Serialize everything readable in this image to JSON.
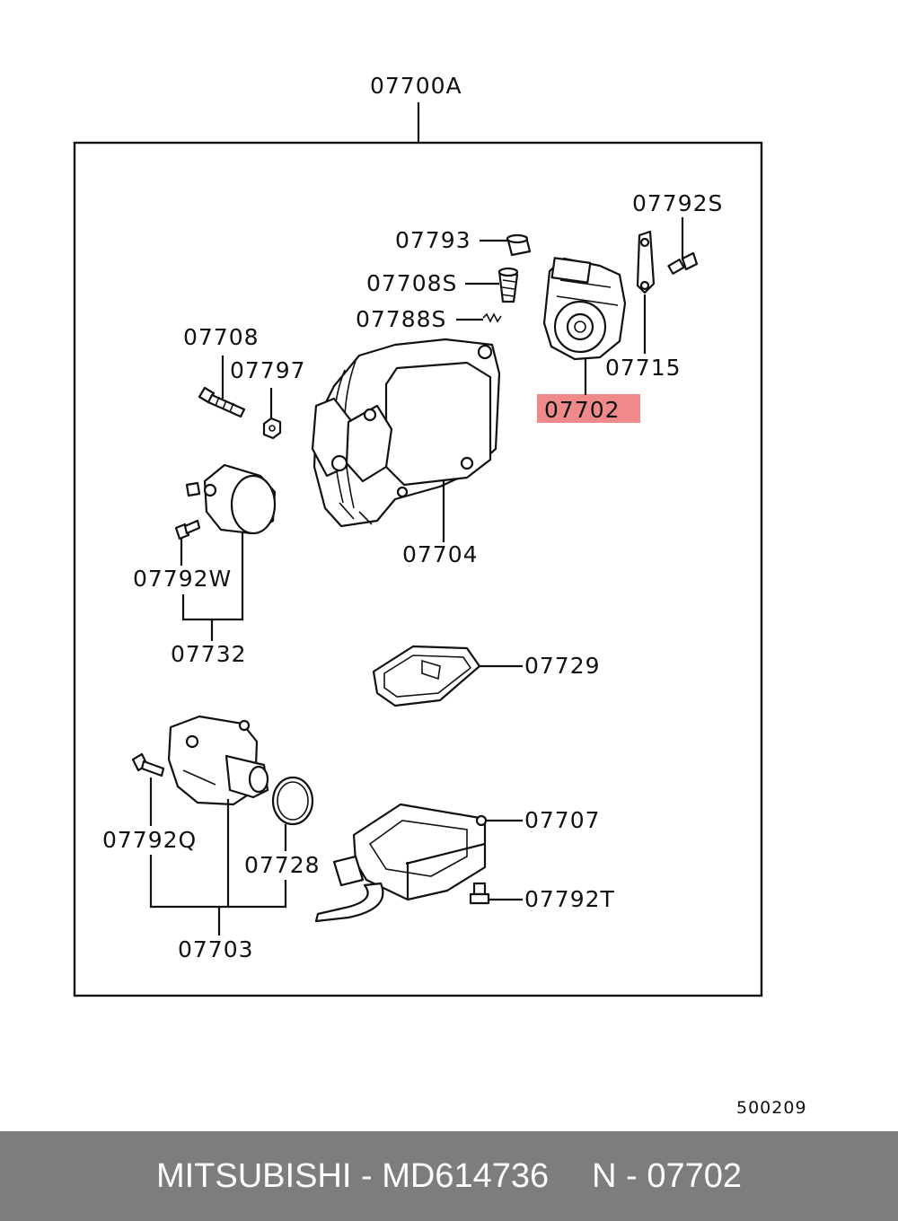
{
  "diagram": {
    "assembly_label": "07700A",
    "highlighted_part": "07702",
    "highlight_color": "#f08a8a",
    "labels": {
      "p07792S": "07792S",
      "p07793": "07793",
      "p07708S": "07708S",
      "p07788S": "07788S",
      "p07708": "07708",
      "p07797": "07797",
      "p07715": "07715",
      "p07702": "07702",
      "p07704": "07704",
      "p07792W": "07792W",
      "p07732": "07732",
      "p07729": "07729",
      "p07707": "07707",
      "p07792Q": "07792Q",
      "p07728": "07728",
      "p07792T": "07792T",
      "p07703": "07703"
    },
    "drawing_number": "500209"
  },
  "footer": {
    "brand": "MITSUBISHI",
    "dash1": "-",
    "part_number": "MD614736",
    "ref_prefix": "N",
    "dash2": "-",
    "ref_number": "07702",
    "background": "#7d7d7d"
  }
}
